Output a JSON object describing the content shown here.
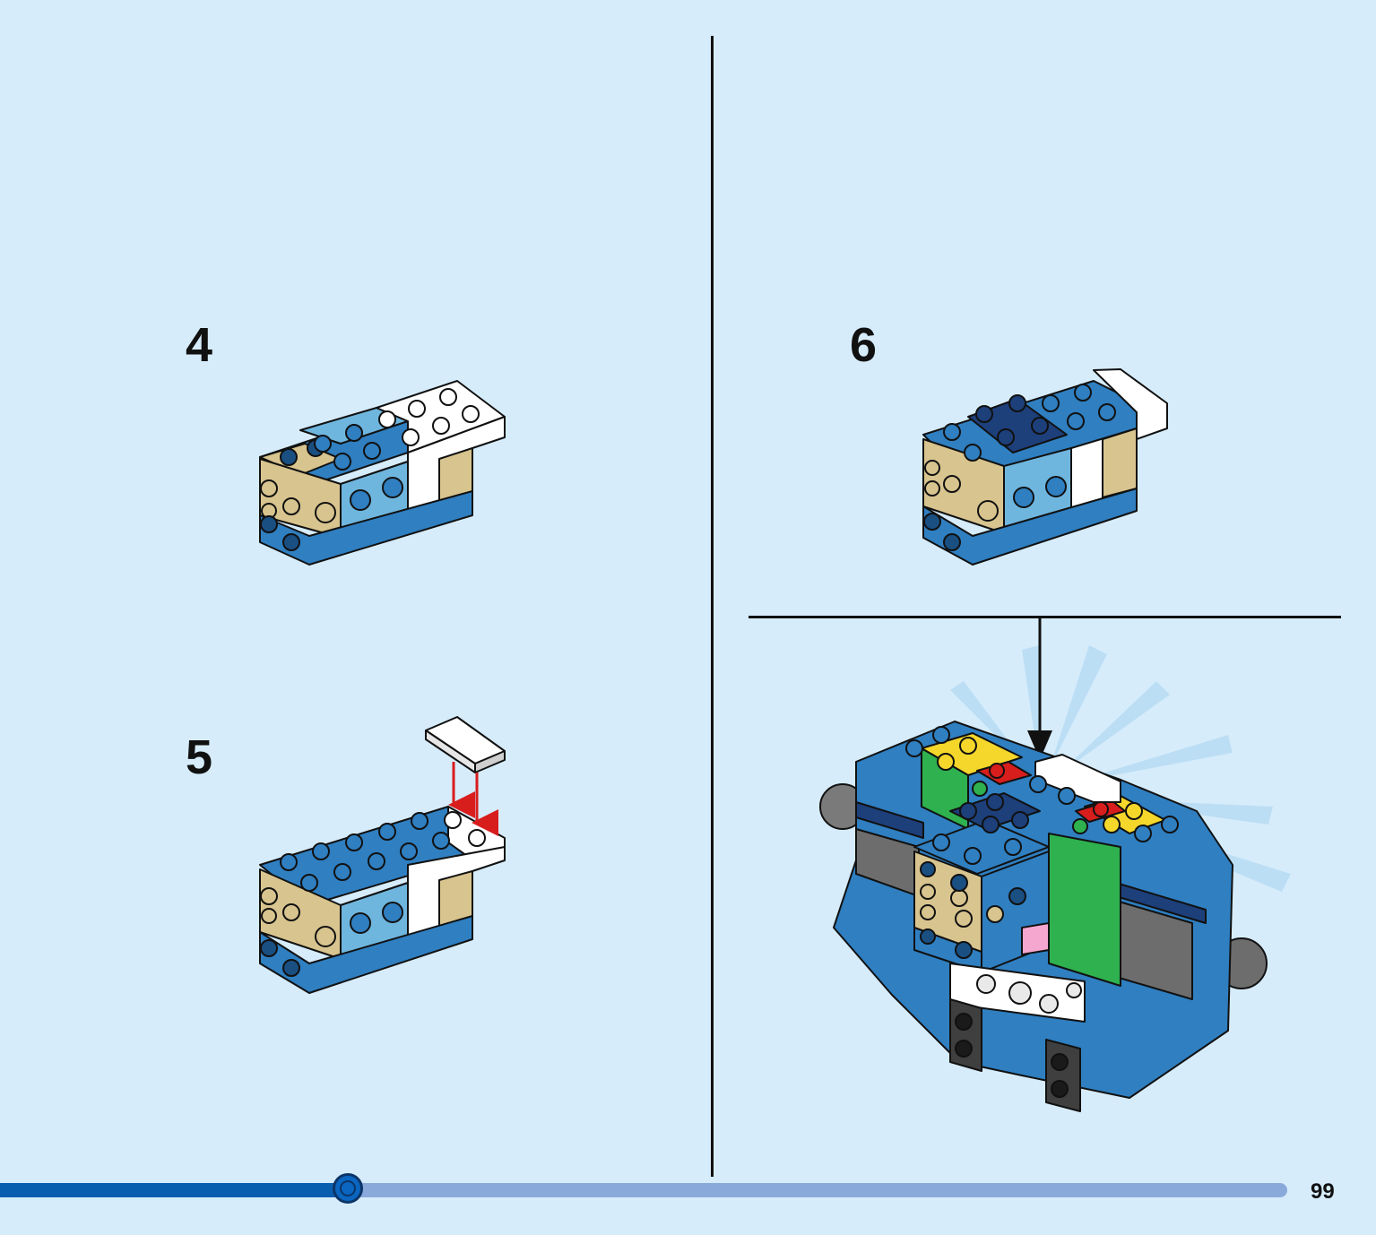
{
  "steps": [
    {
      "number": "4"
    },
    {
      "number": "5"
    },
    {
      "number": "6"
    }
  ],
  "progress": {
    "fraction": 0.27
  },
  "page_number": "99",
  "colors": {
    "background": "#d6ecfb",
    "medium_blue": "#2f7fc1",
    "dark_blue": "#1d3f7a",
    "light_blue": "#6fb6df",
    "tan": "#d8c48e",
    "white": "#ffffff",
    "yellow": "#f4d72a",
    "green": "#2eb14e",
    "red": "#d81d1d",
    "gray": "#6d6d6d",
    "progress_fill": "#0a5eb0",
    "progress_track": "#8aa9db"
  }
}
